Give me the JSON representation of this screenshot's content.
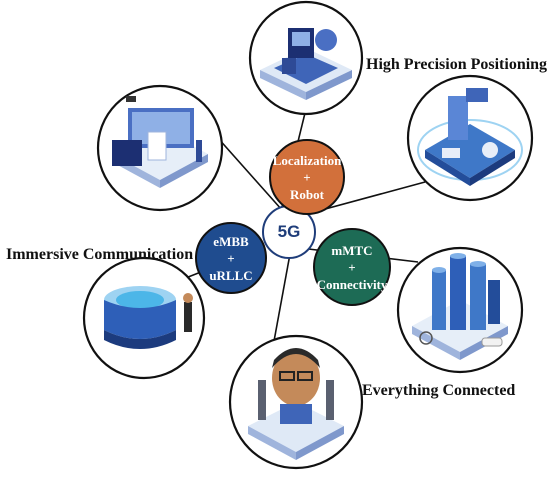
{
  "center": {
    "label": "5G"
  },
  "nodes": {
    "localization": {
      "line1": "Localization",
      "line2": "+",
      "line3": "Robot",
      "color": "#d2703b"
    },
    "embb": {
      "line1": "eMBB",
      "line2": "+",
      "line3": "uRLLC",
      "color": "#1f4c8f"
    },
    "mmtc": {
      "line1": "mMTC",
      "line2": "+",
      "line3": "Connectivity",
      "color": "#1d6b55"
    }
  },
  "labels": {
    "high_precision": "High Precision Positioning",
    "immersive": "Immersive Communication",
    "everything": "Everything Connected"
  },
  "colors": {
    "ring": "#111111",
    "iso_light": "#e6eef8",
    "iso_blue": "#3f65b8",
    "iso_dark": "#1c2f72",
    "iso_cyan": "#4cb6e8"
  }
}
